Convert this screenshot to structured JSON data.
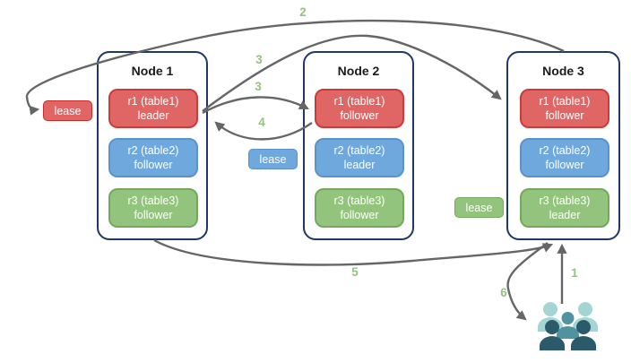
{
  "diagram_type": "distributed-database-leaseholder-flow",
  "nodes": [
    {
      "title": "Node 1",
      "replicas": [
        {
          "range": "r1 (table1)",
          "role": "leader",
          "color": "red"
        },
        {
          "range": "r2 (table2)",
          "role": "follower",
          "color": "blue"
        },
        {
          "range": "r3 (table3)",
          "role": "follower",
          "color": "green"
        }
      ]
    },
    {
      "title": "Node 2",
      "replicas": [
        {
          "range": "r1 (table1)",
          "role": "follower",
          "color": "red"
        },
        {
          "range": "r2 (table2)",
          "role": "leader",
          "color": "blue"
        },
        {
          "range": "r3 (table3)",
          "role": "follower",
          "color": "green"
        }
      ]
    },
    {
      "title": "Node 3",
      "replicas": [
        {
          "range": "r1 (table1)",
          "role": "follower",
          "color": "red"
        },
        {
          "range": "r2 (table2)",
          "role": "follower",
          "color": "blue"
        },
        {
          "range": "r3 (table3)",
          "role": "leader",
          "color": "green"
        }
      ]
    }
  ],
  "leases": [
    {
      "label": "lease",
      "color": "red"
    },
    {
      "label": "lease",
      "color": "blue"
    },
    {
      "label": "lease",
      "color": "green"
    }
  ],
  "steps": {
    "s1": "1",
    "s2": "2",
    "s3a": "3",
    "s3b": "3",
    "s4": "4",
    "s5": "5",
    "s6": "6"
  },
  "icons": {
    "users": "user-group-icon"
  },
  "colors": {
    "replica_red": "#e06666",
    "replica_red_border": "#cc3a3a",
    "replica_blue": "#6fa8dc",
    "replica_blue_border": "#5a93cc",
    "replica_green": "#93c47d",
    "replica_green_border": "#74a85c",
    "node_border": "#1f3864",
    "arrow": "#666666",
    "step_label": "#93c47d",
    "users_light": "#a3d5d2",
    "users_mid": "#4f93a1",
    "users_dark": "#2b5a6b"
  }
}
